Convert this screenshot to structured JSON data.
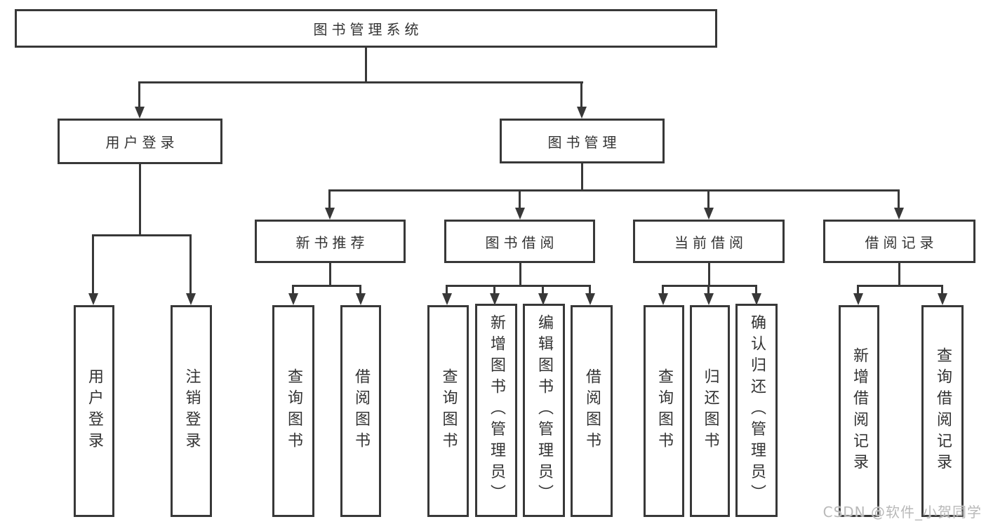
{
  "colors": {
    "line": "#383838",
    "text": "#333333",
    "watermark": "#b9b9b9"
  },
  "nodes": {
    "root": "图书管理系统",
    "user_login": "用户登录",
    "book_mgmt": "图书管理",
    "new_book": "新书推荐",
    "book_borrow": "图书借阅",
    "current_borrow": "当前借阅",
    "borrow_record": "借阅记录"
  },
  "leaves": {
    "user_login": "用户登录",
    "logout": "注销登录",
    "nb_query": "查询图书",
    "nb_borrow": "借阅图书",
    "bb_query": "查询图书",
    "bb_add": "新增图书（管理员）",
    "bb_edit": "编辑图书（管理员）",
    "bb_borrow": "借阅图书",
    "cb_query": "查询图书",
    "cb_return": "归还图书",
    "cb_confirm": "确认归还（管理员）",
    "br_add": "新增借阅记录",
    "br_query": "查询借阅记录"
  },
  "watermark": {
    "text": "CSDN @软件_小贺同学"
  }
}
